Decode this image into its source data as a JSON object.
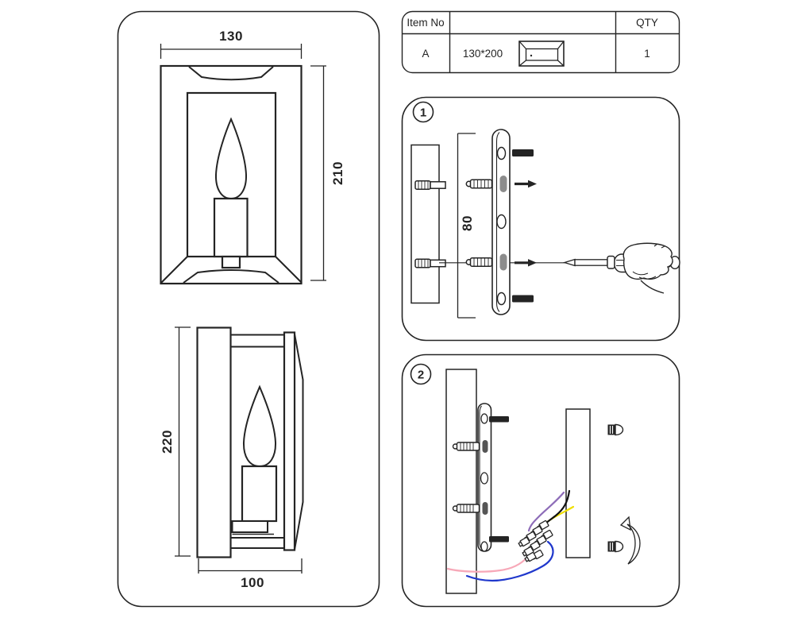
{
  "page": {
    "background": "#ffffff",
    "line_color": "#242424"
  },
  "parts_table": {
    "headers": [
      "Item No",
      "",
      "QTY"
    ],
    "rows": [
      {
        "item_no": "A",
        "size": "130*200",
        "qty": "1"
      }
    ]
  },
  "front_view": {
    "width_label": "130",
    "height_label": "210"
  },
  "side_view": {
    "height_label": "220",
    "depth_label": "100"
  },
  "step1": {
    "number": "1",
    "hole_spacing_label": "80"
  },
  "step2": {
    "number": "2"
  },
  "wire_colors": {
    "purple": "#8d6cb8",
    "yellow": "#efdf00",
    "black": "#111111",
    "pink": "#f7a8b8",
    "blue": "#2038cc"
  },
  "slot_color": "#8c8c8c"
}
